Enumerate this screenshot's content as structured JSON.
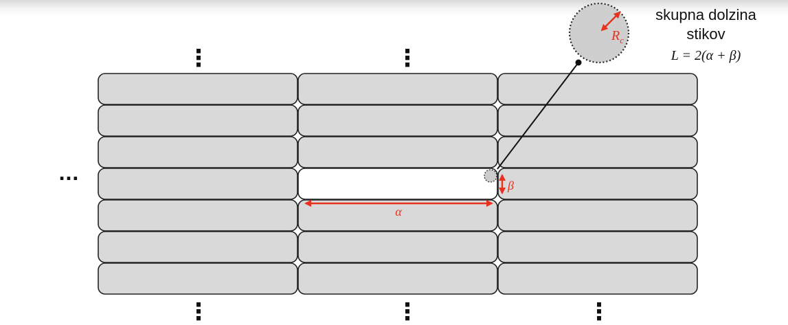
{
  "annotation": {
    "title_line1": "skupna dolzina",
    "title_line2": "stikov",
    "formula": "L = 2(α + β)"
  },
  "symbols": {
    "alpha": "α",
    "beta": "β",
    "radius": "R",
    "radius_subscript": "c",
    "ellipsis": "...",
    "vertical_ellipsis": "⋮"
  },
  "grid": {
    "columns": 3,
    "rows": 7,
    "missing_cell": {
      "column": 2,
      "row": 4
    }
  },
  "colors": {
    "cell_fill": "#d9d9d9",
    "cell_stroke": "#222222",
    "accent": "#e8321e",
    "line": "#111111"
  },
  "icons": {
    "contact_circle": "dotted-circle-icon",
    "double_arrow": "double-arrow-icon"
  }
}
